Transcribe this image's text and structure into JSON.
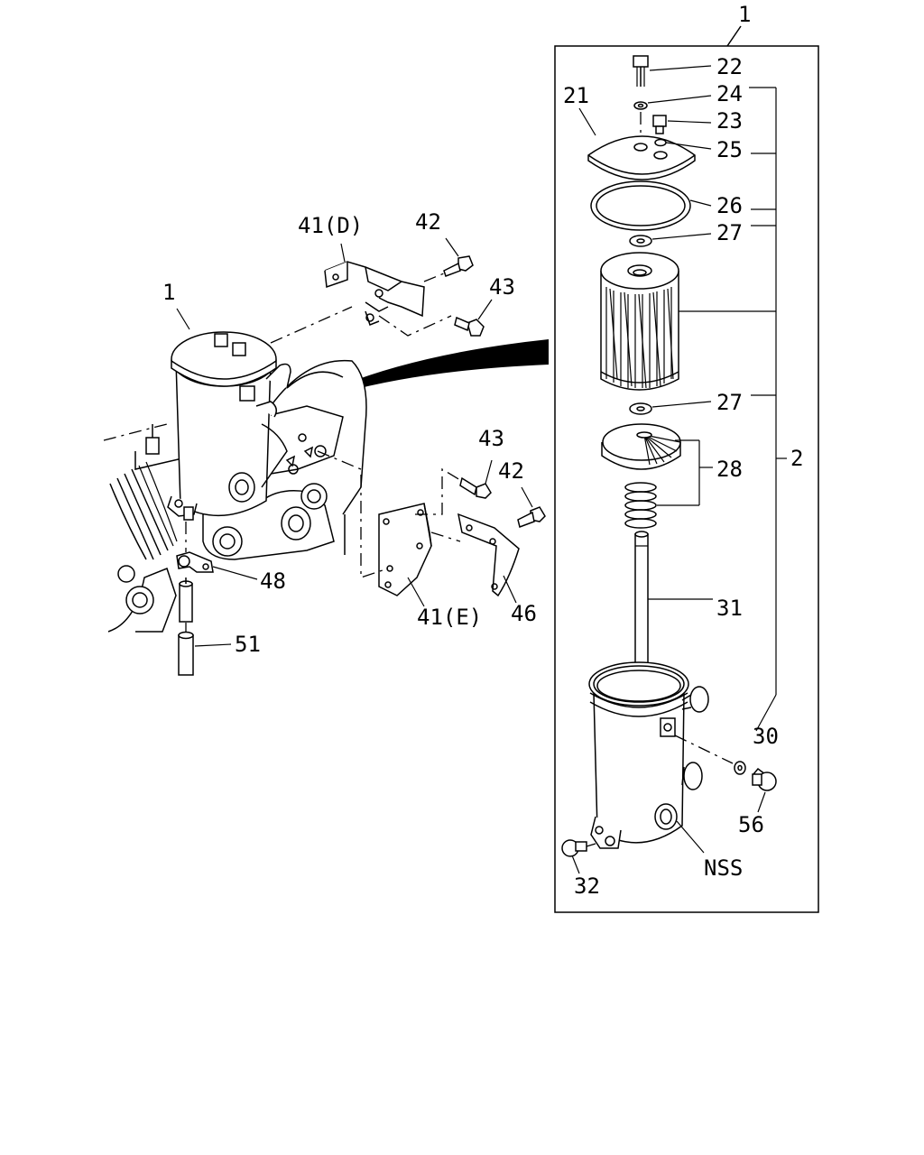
{
  "callouts": {
    "assembly_top": "1",
    "assembly_left": "1",
    "kit": "2",
    "p21": "21",
    "p22": "22",
    "p23": "23",
    "p24": "24",
    "p25": "25",
    "p26": "26",
    "p27_upper": "27",
    "p27_lower": "27",
    "p28": "28",
    "p30": "30",
    "p31": "31",
    "p32": "32",
    "p41d": "41(D)",
    "p41e": "41(E)",
    "p42_upper": "42",
    "p42_lower": "42",
    "p43_upper": "43",
    "p43_lower": "43",
    "p46": "46",
    "p48": "48",
    "p51": "51",
    "p56": "56",
    "nss": "NSS"
  }
}
